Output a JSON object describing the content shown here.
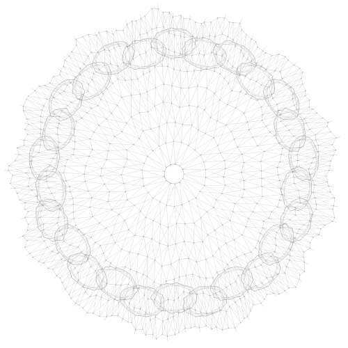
{
  "figure": {
    "kind": "network-graph-drawing",
    "layout": "radial",
    "symmetry": "13-fold",
    "rings": 9,
    "nodes_per_ring_multiplier": 13,
    "has_text": false
  },
  "colors": {
    "background": "#ffffff",
    "edge": "#6f6f6f",
    "dense_edge": "#4a4a4a",
    "node": "#9a9a9a"
  }
}
